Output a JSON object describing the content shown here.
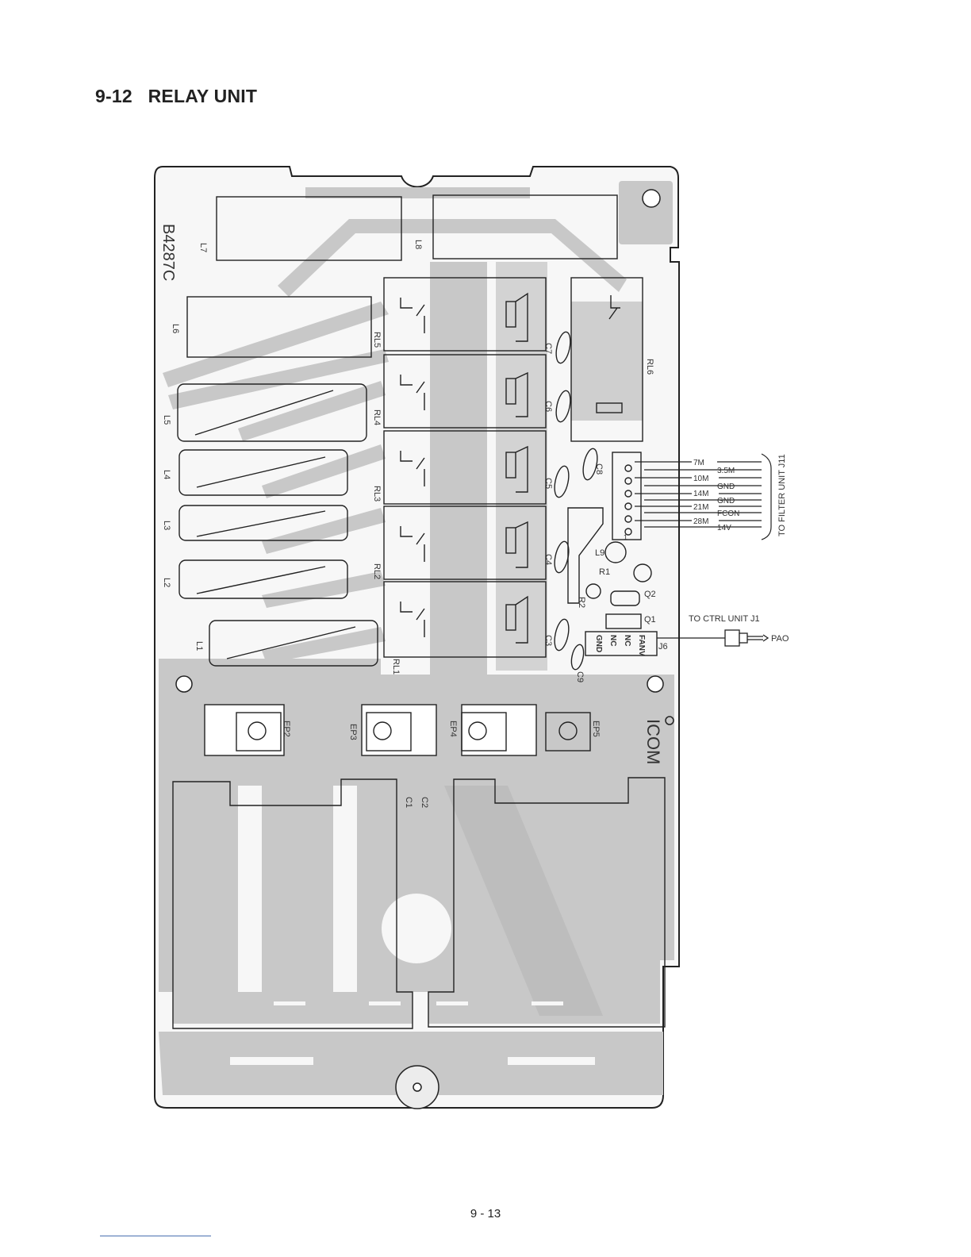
{
  "heading": {
    "number": "9-12",
    "title": "RELAY UNIT"
  },
  "page_number": "9 - 13",
  "board": {
    "part_number": "B4287C",
    "brand": "ICOM"
  },
  "inductors": {
    "l1": "L1",
    "l2": "L2",
    "l3": "L3",
    "l4": "L4",
    "l5": "L5",
    "l6": "L6",
    "l7": "L7",
    "l8": "L8",
    "l9": "L9"
  },
  "relays": {
    "rl1": "RL1",
    "rl2": "RL2",
    "rl3": "RL3",
    "rl4": "RL4",
    "rl5": "RL5",
    "rl6": "RL6"
  },
  "capacitors": {
    "c1": "C1",
    "c2": "C2",
    "c3": "C3",
    "c4": "C4",
    "c5": "C5",
    "c6": "C6",
    "c7": "C7",
    "c8": "C8",
    "c9": "C9"
  },
  "misc_parts": {
    "r1": "R1",
    "r2": "R2",
    "q1": "Q1",
    "q2": "Q2",
    "j6": "J6"
  },
  "terminals": {
    "ep2": "EP2",
    "ep3": "EP3",
    "ep4": "EP4",
    "ep5": "EP5"
  },
  "j11_connector": {
    "destination": "TO FILTER UNIT J11",
    "pins": [
      "7M",
      "3.5M",
      "10M",
      "GND",
      "14M",
      "GND",
      "21M",
      "FCON",
      "28M",
      "14V"
    ]
  },
  "j6_connector": {
    "destination": "TO CTRL UNIT J1",
    "pins": [
      "FANV",
      "NC",
      "NC",
      "GND"
    ],
    "plug_label": "PAO"
  }
}
